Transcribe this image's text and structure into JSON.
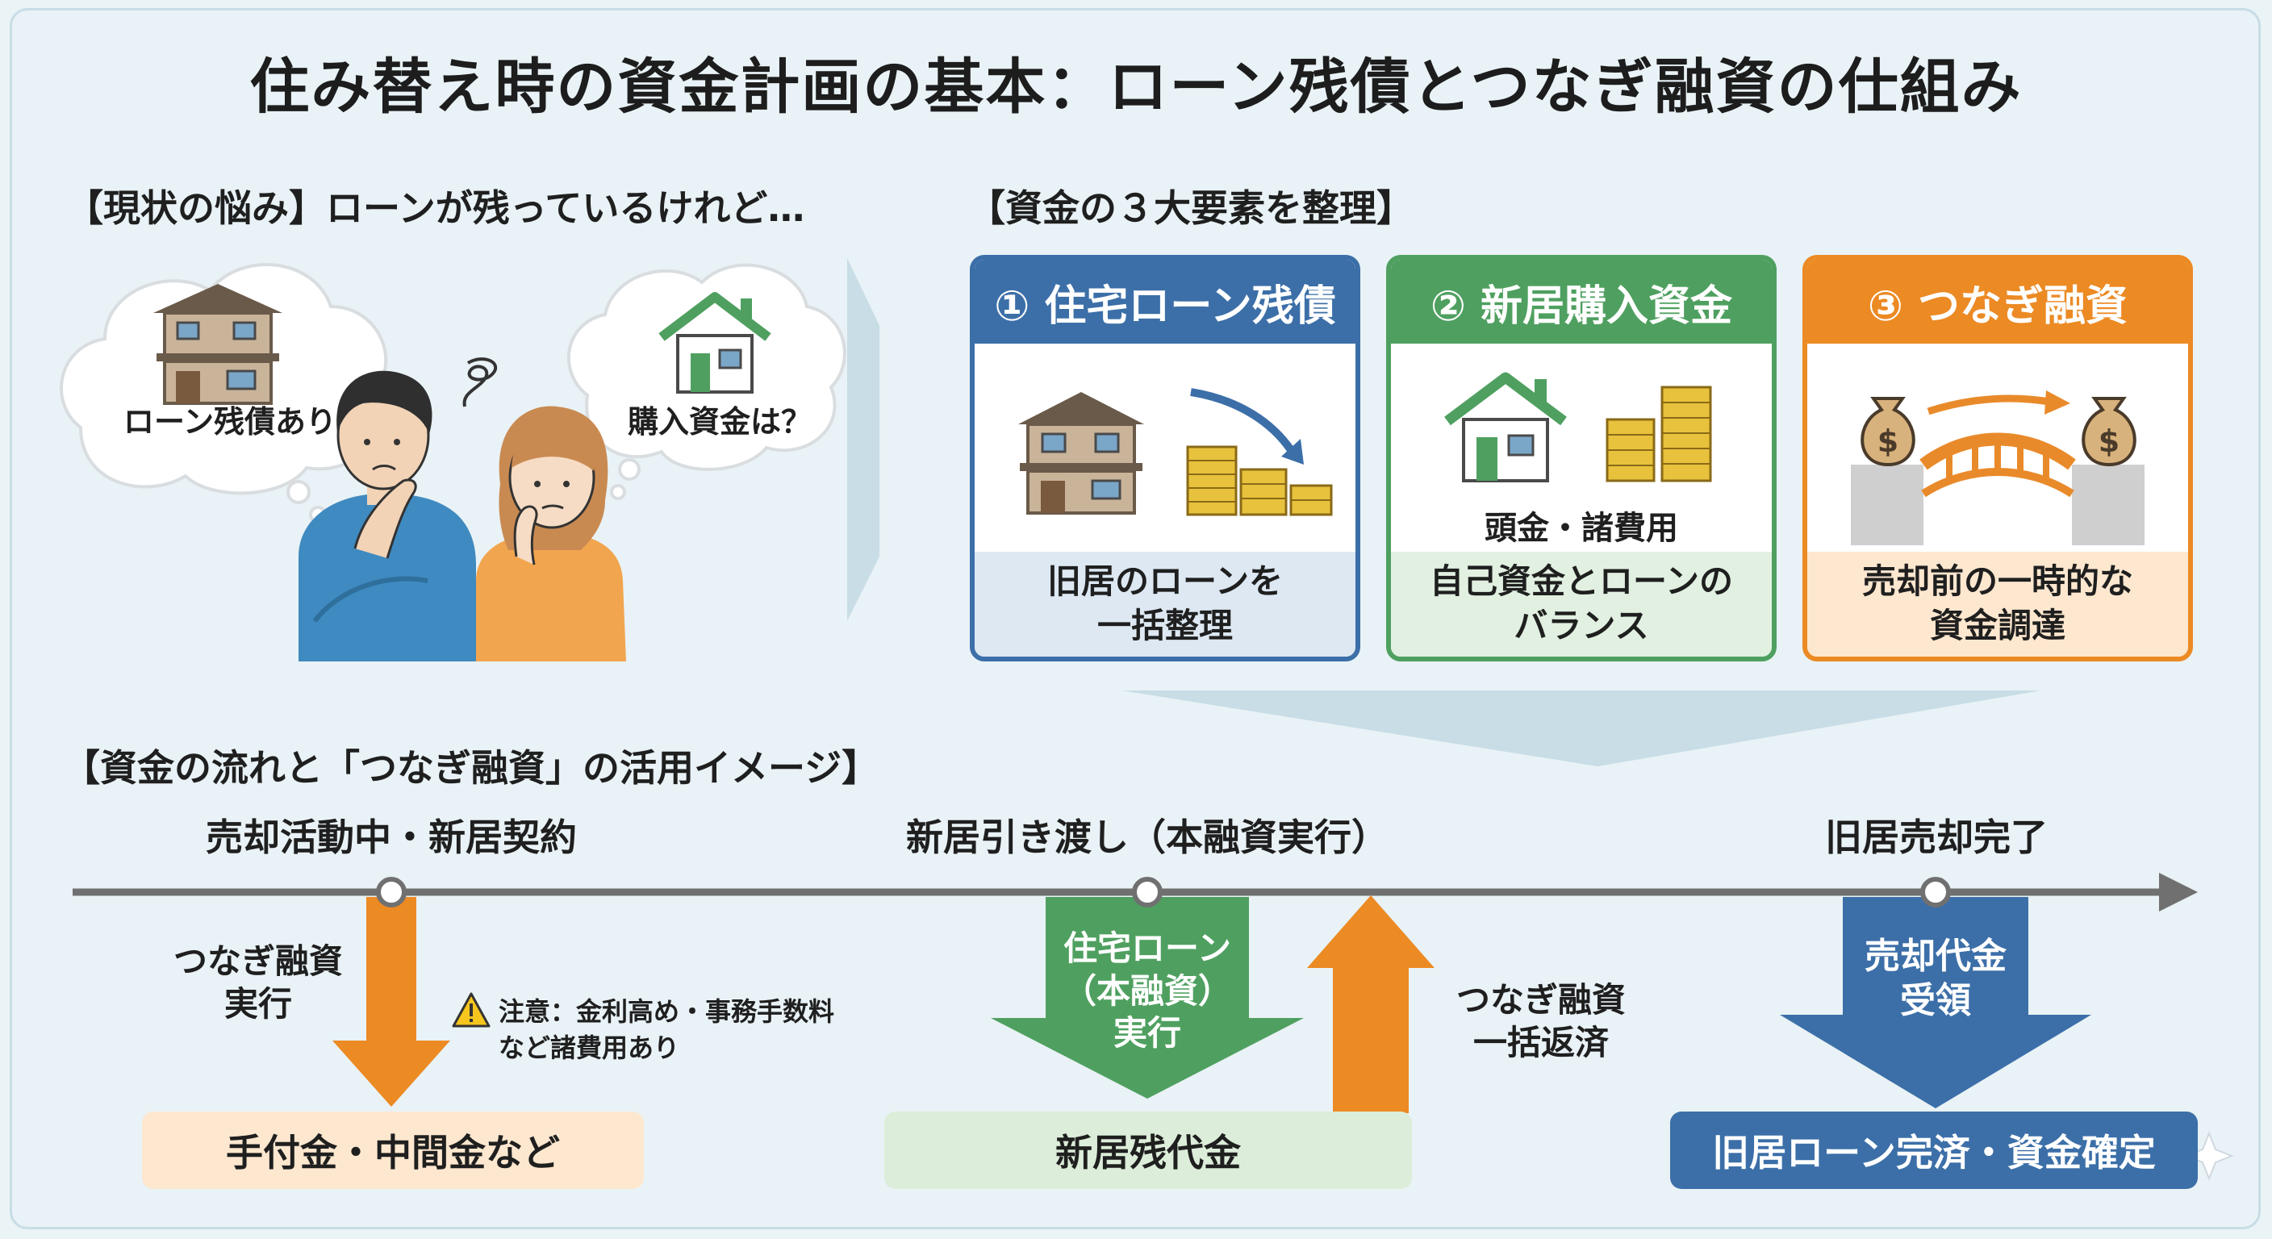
{
  "title": "住み替え時の資金計画の基本：ローン残債とつなぎ融資の仕組み",
  "sections": {
    "current": "【現状の悩み】ローンが残っているけれど…",
    "elements": "【資金の３大要素を整理】",
    "flow": "【資金の流れと「つなぎ融資」の活用イメージ】"
  },
  "bubbles": {
    "left": "ローン残債あり",
    "right": "購入資金は？"
  },
  "cards": [
    {
      "title": "① 住宅ローン残債",
      "mid": "",
      "desc1": "旧居のローンを",
      "desc2": "一括整理"
    },
    {
      "title": "② 新居購入資金",
      "mid": "頭金・諸費用",
      "desc1": "自己資金とローンの",
      "desc2": "バランス"
    },
    {
      "title": "③ つなぎ融資",
      "mid": "",
      "desc1": "売却前の一時的な",
      "desc2": "資金調達"
    }
  ],
  "timeline": {
    "points": [
      "売却活動中・新居契約",
      "新居引き渡し（本融資実行）",
      "旧居売却完了"
    ]
  },
  "flow": {
    "bridge_exec_1": "つなぎ融資",
    "bridge_exec_2": "実行",
    "note_1": "注意：金利高め・事務手数料",
    "note_2": "など諸費用あり",
    "loan_1": "住宅ローン",
    "loan_2": "（本融資）",
    "loan_3": "実行",
    "repay_1": "つなぎ融資",
    "repay_2": "一括返済",
    "sale_1": "売却代金",
    "sale_2": "受領",
    "box_deposit": "手付金・中間金など",
    "box_balance": "新居残代金",
    "box_final": "旧居ローン完済・資金確定"
  },
  "colors": {
    "blue": "#3c6fa8",
    "green": "#4fa060",
    "orange": "#ec8a24",
    "gold": "#e8c23c",
    "timeline": "#707070"
  },
  "icons": [
    "house-icon",
    "coins-icon",
    "money-bag-icon",
    "bridge-icon",
    "warning-icon",
    "confused-swirl-icon",
    "couple-illustration"
  ]
}
